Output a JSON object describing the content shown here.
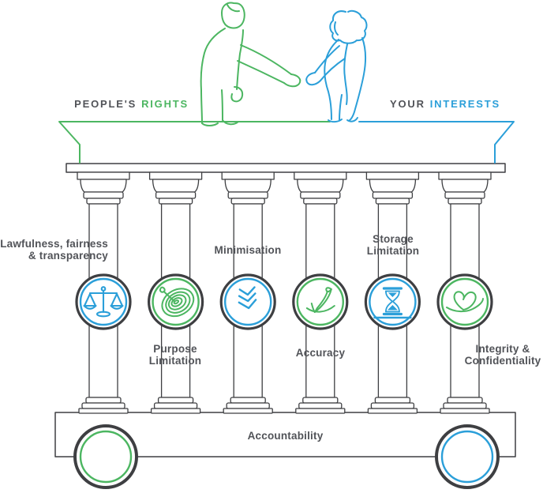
{
  "colors": {
    "green": "#4cb661",
    "blue": "#2b9fd9",
    "dark": "#3e3f42",
    "text": "#515358"
  },
  "banner": {
    "left": {
      "prefix": "PEOPLE'S",
      "highlight": "RIGHTS"
    },
    "right": {
      "prefix": "YOUR",
      "highlight": "INTERESTS"
    }
  },
  "pillars": [
    {
      "icon": "scales-icon",
      "accent": "blue",
      "lines": [
        "Lawfulness, fairness",
        "& transparency"
      ]
    },
    {
      "icon": "target-icon",
      "accent": "green",
      "lines": [
        "Purpose",
        "Limitation"
      ]
    },
    {
      "icon": "chevrons-down-icon",
      "accent": "blue",
      "lines": [
        "Minimisation"
      ]
    },
    {
      "icon": "accuracy-dart-icon",
      "accent": "green",
      "lines": [
        "Accuracy"
      ]
    },
    {
      "icon": "hourglass-icon",
      "accent": "blue",
      "lines": [
        "Storage",
        "Limitation"
      ]
    },
    {
      "icon": "heart-icon",
      "accent": "green",
      "lines": [
        "Integrity &",
        "Confidentiality"
      ]
    }
  ],
  "base": {
    "label": "Accountability"
  }
}
